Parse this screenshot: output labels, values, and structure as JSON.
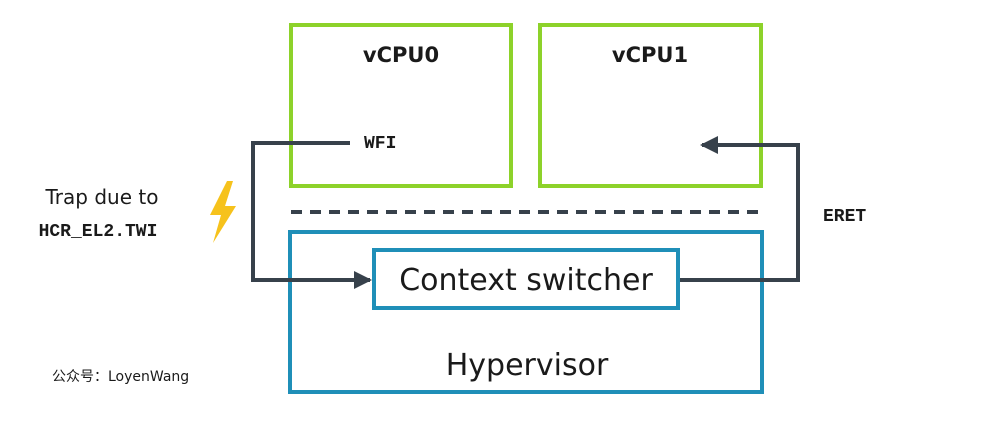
{
  "labels": {
    "vcpu0": "vCPU0",
    "vcpu1": "vCPU1",
    "wfi": "WFI",
    "trap_line1": "Trap due to",
    "trap_line2": "HCR_EL2.TWI",
    "eret": "ERET",
    "context_switcher": "Context switcher",
    "hypervisor": "Hypervisor",
    "watermark": "公众号：LoyenWang"
  },
  "colors": {
    "vcpu_border": "#8dd22a",
    "hypervisor_border": "#1f8fb8",
    "arrow": "#37414b",
    "lightning": "#f6c21c",
    "text": "#1a1a1a"
  },
  "icons": {
    "trap": "lightning-bolt-icon"
  }
}
